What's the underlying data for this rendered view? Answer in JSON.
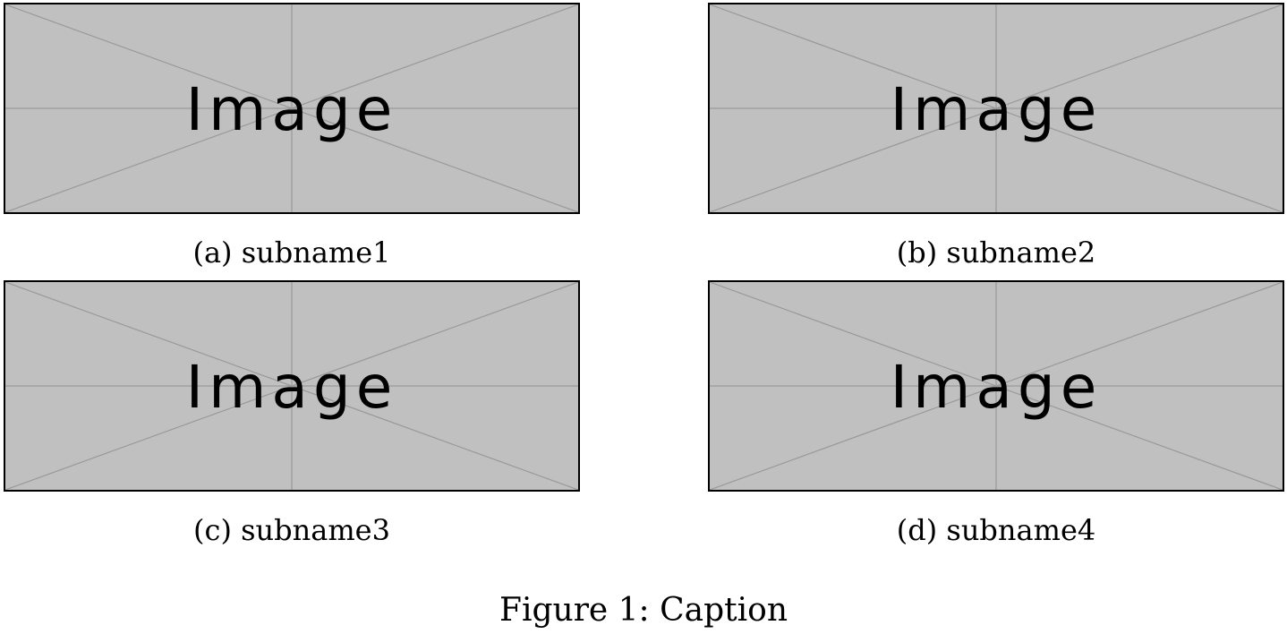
{
  "figure": {
    "caption": "Figure 1: Caption",
    "subfigures": [
      {
        "placeholder_text": "Image",
        "caption": "(a) subname1"
      },
      {
        "placeholder_text": "Image",
        "caption": "(b) subname2"
      },
      {
        "placeholder_text": "Image",
        "caption": "(c) subname3"
      },
      {
        "placeholder_text": "Image",
        "caption": "(d) subname4"
      }
    ]
  },
  "colors": {
    "placeholder_fill": "#c0c0c0",
    "placeholder_lines": "#999999",
    "border": "#000000"
  }
}
